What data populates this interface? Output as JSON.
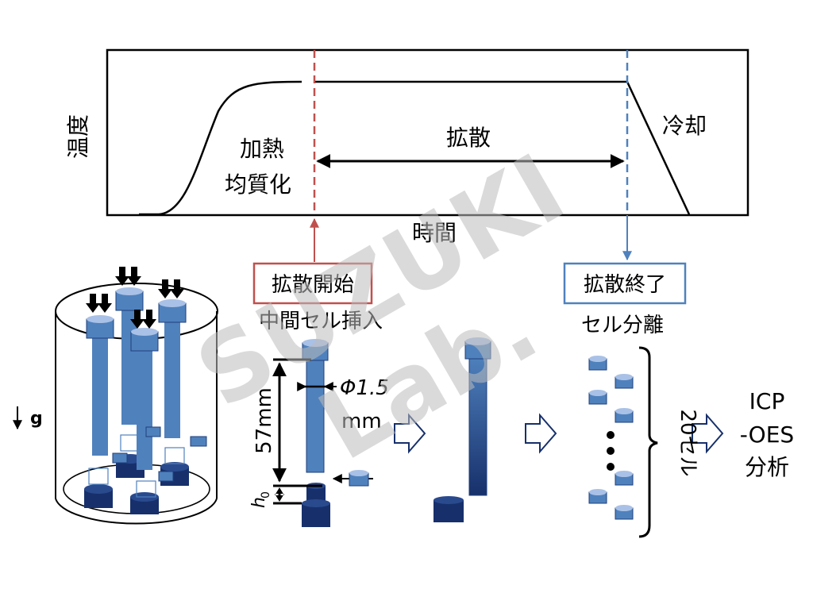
{
  "graph": {
    "ylabel": "温度",
    "xlabel": "時間",
    "phase_heating_line1": "加熱",
    "phase_heating_line2": "均質化",
    "phase_diffusion": "拡散",
    "phase_cooling": "冷却"
  },
  "boxes": {
    "start": "拡散開始",
    "end": "拡散終了"
  },
  "steps": {
    "insert": "中間セル挿入",
    "separate": "セル分離"
  },
  "dims": {
    "length": "57mm",
    "diameter_line1": "Φ1.5",
    "diameter_line2": "mm",
    "h0_main": "h",
    "h0_sub": "0"
  },
  "gravity": {
    "label": "g"
  },
  "cells": {
    "count_label": "20セル"
  },
  "analysis": {
    "line1": "ICP",
    "line2": "-OES",
    "line3": "分析"
  },
  "watermark": {
    "line1": "SUZUKI",
    "line2": "Lab."
  },
  "colors": {
    "start_line": "#c0504d",
    "end_line": "#4f81bd",
    "tube_blue": "#4f81bd",
    "tube_navy": "#17306b"
  }
}
